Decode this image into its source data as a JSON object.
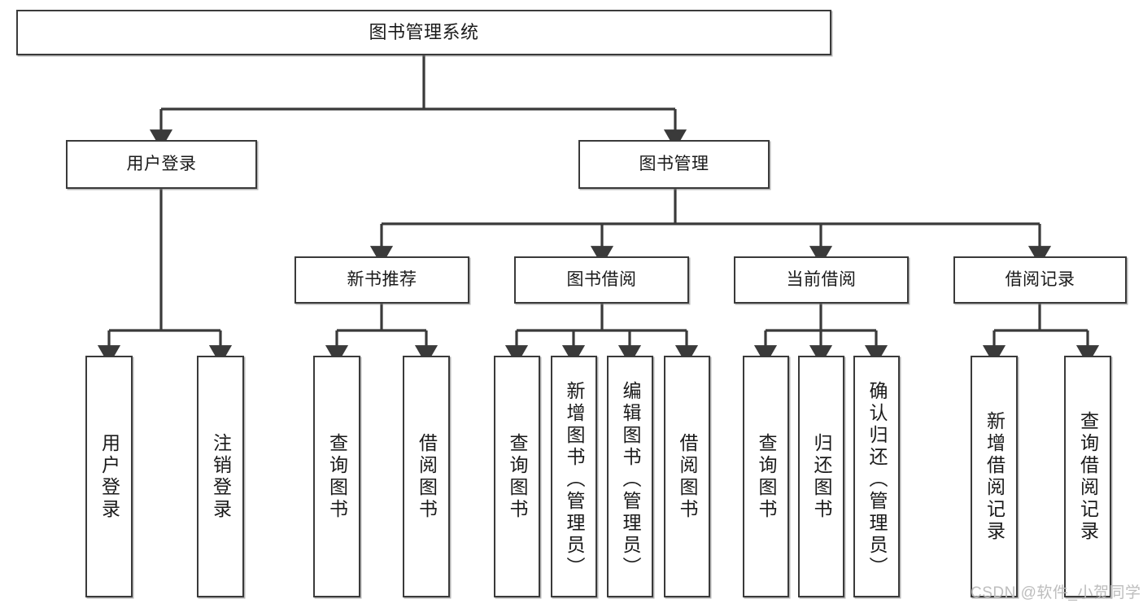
{
  "diagram": {
    "type": "tree-hierarchy-chart",
    "title": "图书管理系统",
    "edge_color": "#3a3a3a",
    "box_border_color": "#3a3a3a",
    "box_fill_color": "#ffffff",
    "text_color": "#1a1a1a"
  },
  "nodes": {
    "root": {
      "label": "图书管理系统"
    },
    "level2": [
      {
        "label": "用户登录"
      },
      {
        "label": "图书管理"
      }
    ],
    "level3": [
      {
        "label": "新书推荐"
      },
      {
        "label": "图书借阅"
      },
      {
        "label": "当前借阅"
      },
      {
        "label": "借阅记录"
      }
    ],
    "leaves": {
      "user_login": [
        {
          "label": "用户登录"
        },
        {
          "label": "注销登录"
        }
      ],
      "new_book_recommend": [
        {
          "label": "查询图书"
        },
        {
          "label": "借阅图书"
        }
      ],
      "book_borrow": [
        {
          "label": "查询图书"
        },
        {
          "label": "新增图书（管理员）"
        },
        {
          "label": "编辑图书（管理员）"
        },
        {
          "label": "借阅图书"
        }
      ],
      "current_borrow": [
        {
          "label": "查询图书"
        },
        {
          "label": "归还图书"
        },
        {
          "label": "确认归还（管理员）"
        }
      ],
      "borrow_record": [
        {
          "label": "新增借阅记录"
        },
        {
          "label": "查询借阅记录"
        }
      ]
    }
  },
  "watermark": {
    "text": "CSDN @软件_小贺同学"
  }
}
